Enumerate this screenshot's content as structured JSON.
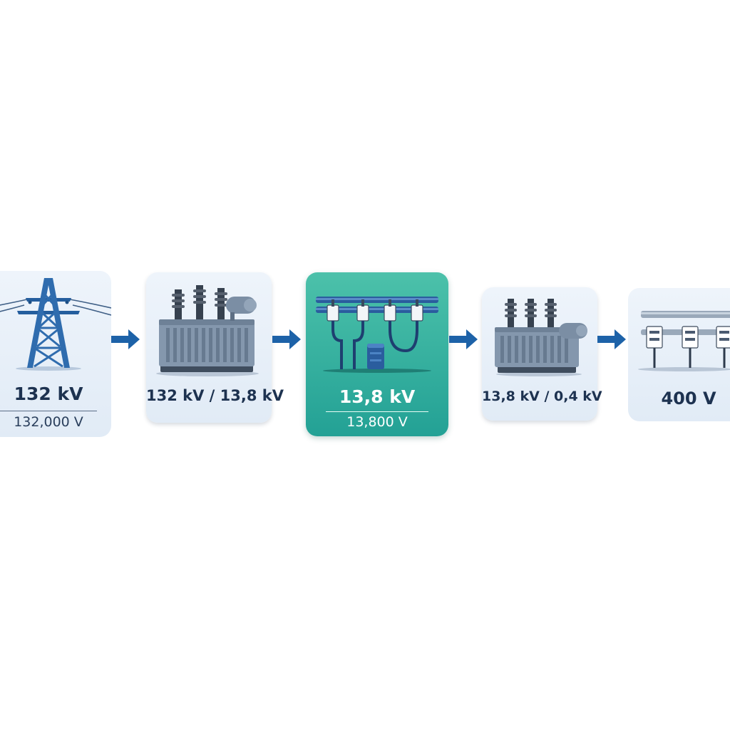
{
  "stages": [
    {
      "main": "132 kV",
      "sub": "132,000 V"
    },
    {
      "main": "132 kV / 13,8 kV"
    },
    {
      "main": "13,8 kV",
      "sub": "13,800 V"
    },
    {
      "main": "13,8 kV / 0,4 kV"
    },
    {
      "main": "400 V"
    }
  ],
  "colors": {
    "card_light": "#e6eef8",
    "card_highlight": "#2fab9b",
    "arrow": "#1d62a8",
    "text": "#1d3250"
  },
  "icons": [
    "transmission-tower-icon",
    "transformer-icon",
    "busbar-icon",
    "transformer-icon",
    "busbar-icon"
  ]
}
